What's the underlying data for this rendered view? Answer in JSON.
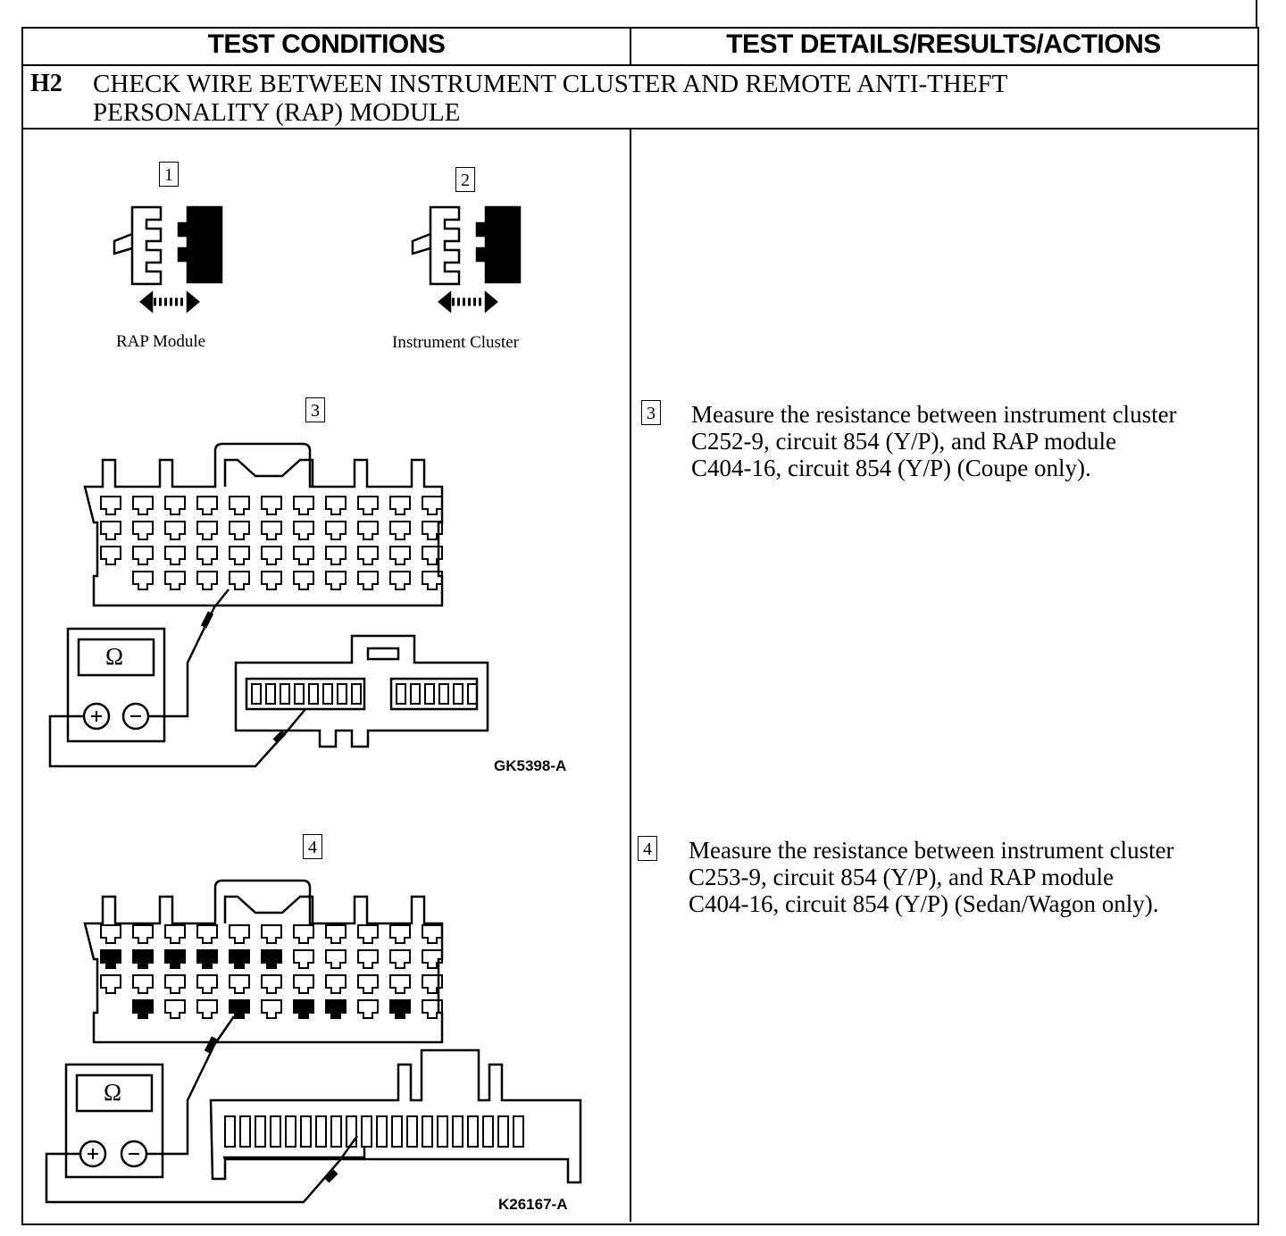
{
  "table": {
    "col_left_header": "TEST CONDITIONS",
    "col_right_header": "TEST DETAILS/RESULTS/ACTIONS"
  },
  "step": {
    "id": "H2",
    "title_line1": "CHECK WIRE BETWEEN INSTRUMENT CLUSTER AND REMOTE ANTI-THEFT",
    "title_line2": "PERSONALITY (RAP) MODULE"
  },
  "conditions": {
    "fig1": {
      "number": "1",
      "caption": "RAP Module"
    },
    "fig2": {
      "number": "2",
      "caption": "Instrument Cluster"
    },
    "fig3": {
      "number": "3",
      "meter_symbol": "Ω",
      "code": "GK5398-A"
    },
    "fig4": {
      "number": "4",
      "meter_symbol": "Ω",
      "code": "K26167-A"
    }
  },
  "details": [
    {
      "number": "3",
      "line1": "Measure the resistance between instrument cluster",
      "line2": "C252-9, circuit 854 (Y/P), and RAP module",
      "line3": "C404-16, circuit 854 (Y/P) (Coupe only)."
    },
    {
      "number": "4",
      "line1": "Measure the resistance between instrument cluster",
      "line2": "C253-9, circuit 854 (Y/P), and RAP module",
      "line3": "C404-16, circuit 854 (Y/P) (Sedan/Wagon only)."
    }
  ]
}
